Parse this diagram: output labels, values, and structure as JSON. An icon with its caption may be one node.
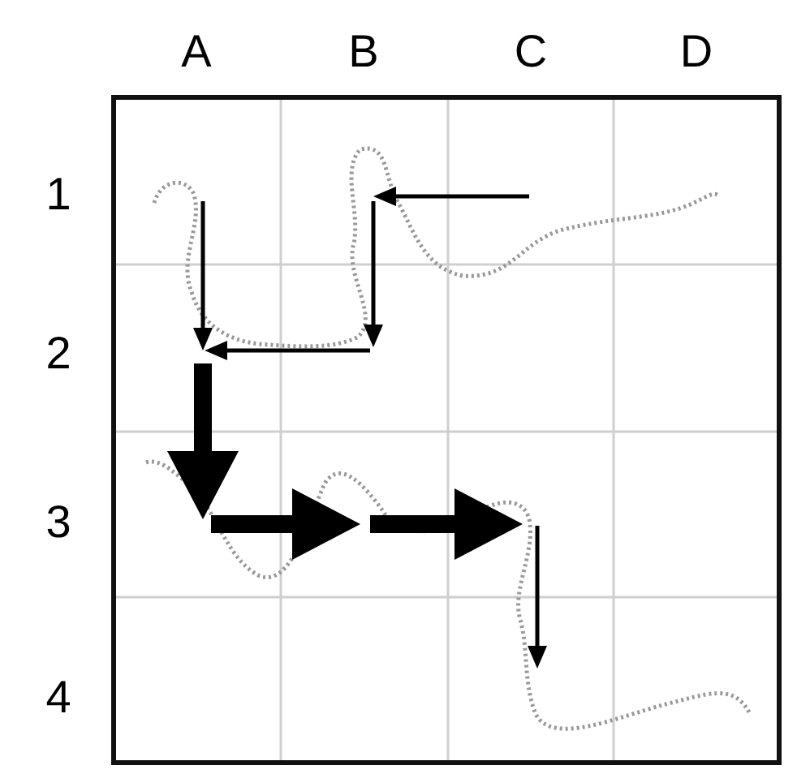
{
  "diagram": {
    "labels": [
      "A",
      "B",
      "C",
      "D",
      "1",
      "2",
      "3",
      "4"
    ]
  }
}
